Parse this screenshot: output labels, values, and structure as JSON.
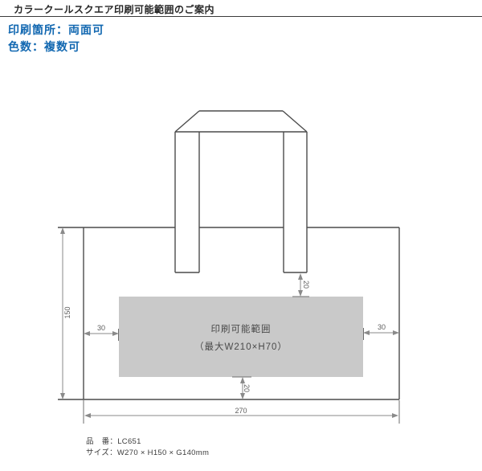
{
  "page": {
    "title": "カラークールスクエア印刷可能範囲のご案内"
  },
  "print_info": {
    "location": "印刷箇所：両面可",
    "colors": "色数：複数可",
    "accent_color": "#1268b1"
  },
  "diagram": {
    "print_area": {
      "label_line1": "印刷可能範囲",
      "label_line2": "（最大W210×H70）",
      "fill_color": "#c9c9c9"
    },
    "dimensions": {
      "bag_height": "150",
      "bag_width": "270",
      "margin_left": "30",
      "margin_right": "30",
      "margin_top": "20",
      "margin_bottom": "20"
    },
    "outline_color": "#4c4c4c",
    "dimension_line_color": "#8a8a8a"
  },
  "product": {
    "item_number": "品　番：LC651",
    "size": "サイズ：W270 × H150 × G140mm"
  }
}
